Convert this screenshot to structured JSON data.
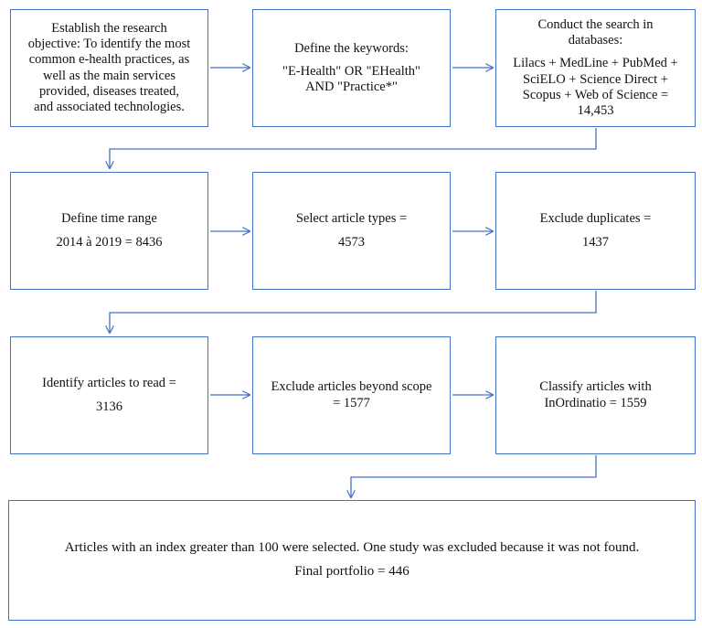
{
  "steps": [
    {
      "id": "objective",
      "lines": [
        "Establish the research",
        "objective: To identify the most",
        "common e-health practices, as",
        "well as the main services",
        "provided, diseases treated,",
        "and associated technologies."
      ]
    },
    {
      "id": "keywords",
      "lines": [
        "Define the keywords:",
        "\"E-Health\" OR \"EHealth\"",
        "AND \"Practice*\""
      ]
    },
    {
      "id": "search",
      "lines": [
        "Conduct the search in",
        "databases:",
        "Lilacs + MedLine + PubMed +",
        "SciELO + Science Direct +",
        "Scopus + Web of Science =",
        "14,453"
      ]
    },
    {
      "id": "time-range",
      "lines": [
        "Define time range",
        "2014 à 2019 = 8436"
      ]
    },
    {
      "id": "article-types",
      "lines": [
        "Select article types =",
        "4573"
      ]
    },
    {
      "id": "duplicates",
      "lines": [
        "Exclude duplicates =",
        "1437"
      ]
    },
    {
      "id": "identify",
      "lines": [
        "Identify articles to read =",
        "3136"
      ]
    },
    {
      "id": "scope",
      "lines": [
        "Exclude articles beyond scope",
        "= 1577"
      ]
    },
    {
      "id": "classify",
      "lines": [
        "Classify articles with",
        "InOrdinatio = 1559"
      ]
    },
    {
      "id": "final",
      "lines": [
        "Articles with an index greater than 100 were selected. One study was excluded because it was not found.",
        "Final portfolio = 446"
      ]
    }
  ]
}
